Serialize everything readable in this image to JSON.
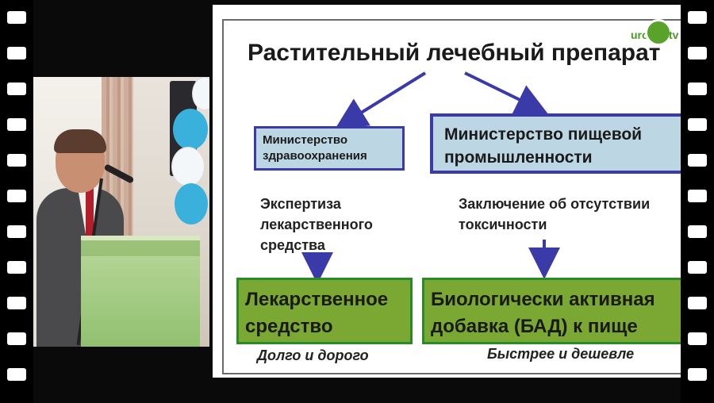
{
  "slide": {
    "title": "Растительный лечебный препарат",
    "ministry_health": [
      "Министерство",
      "здравоохранения"
    ],
    "ministry_food": [
      "Министерство пищевой",
      "промышленности"
    ],
    "expertise": [
      "Экспертиза",
      "лекарственного",
      "средства"
    ],
    "conclusion": [
      "Заключение об отсутствии",
      "токсичности"
    ],
    "drug": [
      "Лекарственное",
      "средство"
    ],
    "supplement": [
      "Биологически активная",
      "добавка (БАД) к пище"
    ],
    "caption_left": "Долго и дорого",
    "caption_right": "Быстрее и дешевле"
  },
  "logo": {
    "left_text": "uro",
    "right_text": "tv"
  },
  "colors": {
    "arrow": "#3a3aa8",
    "ministry_box_fill": "#bcd6e4",
    "result_box_fill": "#7aa833",
    "result_box_border": "#2a8a2a",
    "logo_green": "#5aa32a"
  }
}
